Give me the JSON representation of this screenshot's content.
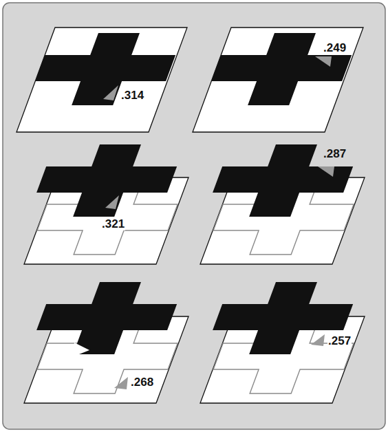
{
  "diagram": {
    "labels": [
      ".314",
      ".249",
      ".321",
      ".287",
      ".268",
      ".257"
    ]
  }
}
